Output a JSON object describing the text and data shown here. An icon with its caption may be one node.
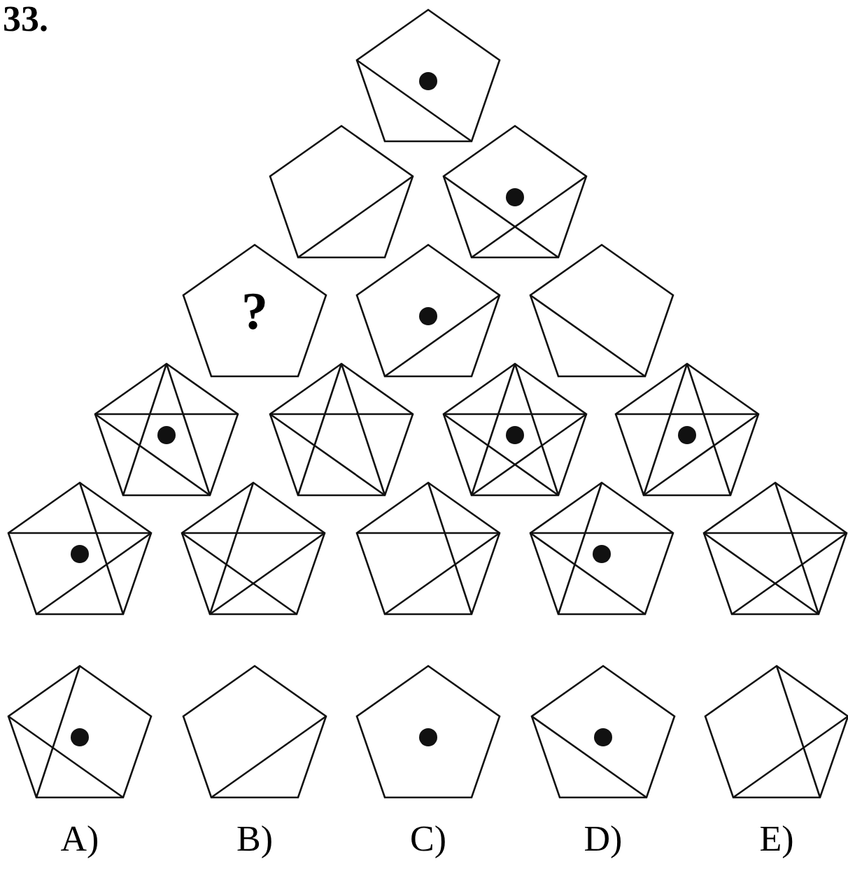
{
  "diagram": {
    "nodes": [
      {
        "text": [],
        "shape": "pentagon"
      },
      {
        "text": [],
        "shape": "pentagon"
      },
      {
        "text": [],
        "shape": "pentagon"
      },
      {
        "text": [
          "?"
        ]
      },
      {
        "text": [],
        "shape": "pentagon"
      },
      {
        "text": [],
        "shape": "pentagon"
      },
      {
        "text": [],
        "shape": "pentagon"
      },
      {
        "text": [],
        "shape": "pentagon"
      },
      {
        "text": [],
        "shape": "pentagon"
      },
      {
        "text": [],
        "shape": "pentagon"
      },
      {
        "text": [],
        "shape": "pentagon"
      },
      {
        "text": [],
        "shape": "pentagon"
      },
      {
        "text": [],
        "shape": "pentagon"
      },
      {
        "text": [],
        "shape": "pentagon"
      },
      {
        "text": [],
        "shape": "pentagon"
      },
      {
        "text": [],
        "shape": "pentagon",
        "beside": [
          "A)"
        ]
      },
      {
        "text": [],
        "shape": "pentagon",
        "beside": [
          "B)"
        ]
      },
      {
        "text": [],
        "shape": "pentagon",
        "beside": [
          "C)"
        ]
      },
      {
        "text": [],
        "shape": "pentagon",
        "beside": [
          "D)"
        ]
      },
      {
        "text": [],
        "shape": "pentagon",
        "beside": [
          "E)"
        ]
      }
    ],
    "labels": [
      "33."
    ]
  }
}
